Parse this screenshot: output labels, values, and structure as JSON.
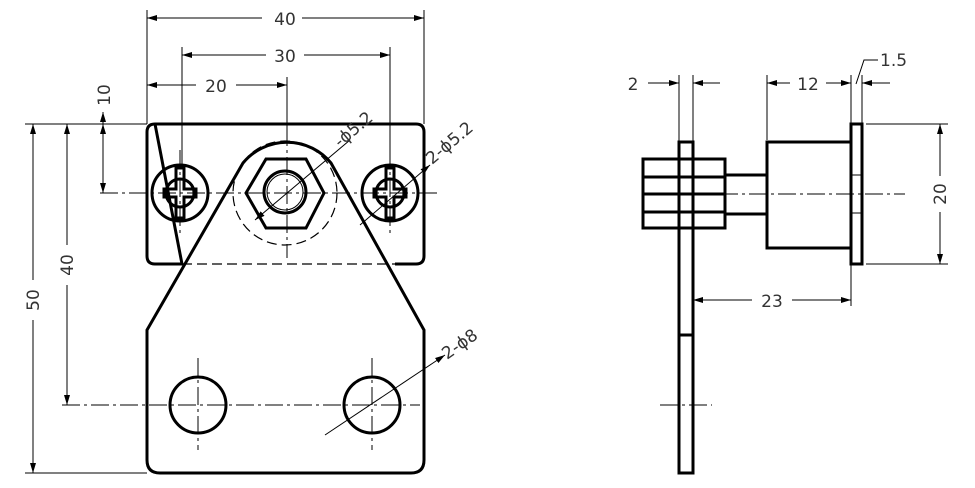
{
  "drawing": {
    "front_view": {
      "dimensions": {
        "overall_width": "40",
        "screw_spacing": "30",
        "center_offset": "20",
        "top_offset": "10",
        "hole_height": "40",
        "overall_height": "50",
        "nut_hole": "-ϕ5.2",
        "screw_holes": "2-ϕ5.2",
        "lower_holes": "2-ϕ8"
      }
    },
    "side_view": {
      "dimensions": {
        "plate_thickness": "2",
        "body_length": "12",
        "flange_thickness": "1.5",
        "flange_height": "20",
        "offset": "23"
      }
    }
  }
}
